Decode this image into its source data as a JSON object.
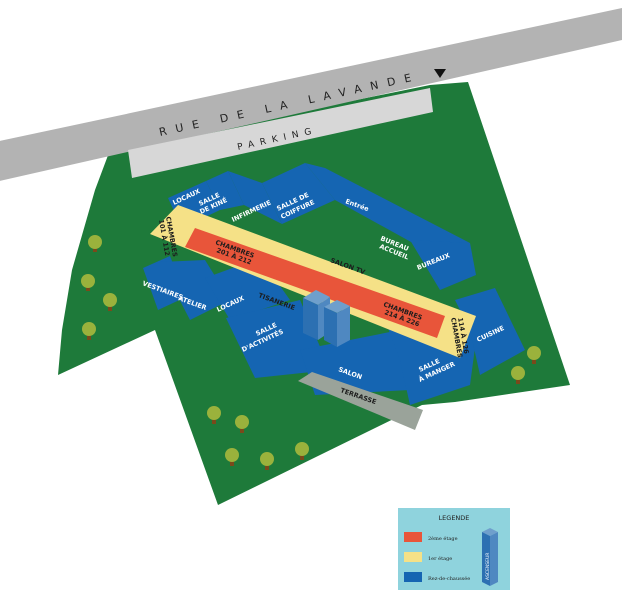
{
  "streets": {
    "road_name": "RUE DE LA LAVANDE",
    "parking": "PARKING",
    "terrace": "TERRASSE",
    "entrance": "Entrée"
  },
  "rooms": {
    "locaux_top": "LOCAUX",
    "salle_kine": [
      "SALLE",
      "DE KINÉ"
    ],
    "infirmerie": "INFIRMERIE",
    "salle_coiffure": [
      "SALLE DE",
      "COIFFURE"
    ],
    "bureau_accueil": [
      "BUREAU",
      "ACCUEIL"
    ],
    "bureaux": "BUREAUX",
    "chambres_left": [
      "CHAMBRES",
      "101 À 112"
    ],
    "chambres_201": [
      "CHAMBRES",
      "201 À 212"
    ],
    "salon_tv": "SALON TV",
    "vestiaires": "VESTIAIRES",
    "atelier": "ATELIER",
    "tisanerie": "TISANERIE",
    "locaux_mid": "LOCAUX",
    "chambres_214": [
      "CHAMBRES",
      "214 À 226"
    ],
    "chambres_right": [
      "CHAMBRES",
      "114 À 126"
    ],
    "cuisine": "CUISINE",
    "salle_activites": [
      "SALLE",
      "D'ACTIVITÉS"
    ],
    "salon": "SALON",
    "salle_manger": [
      "SALLE",
      "À MANGER"
    ]
  },
  "legend": {
    "title": "LEGENDE",
    "items": [
      {
        "label": "2ème étage",
        "color": "#e8553a"
      },
      {
        "label": "1er étage",
        "color": "#f5e187"
      },
      {
        "label": "Rez-de-chaussée",
        "color": "#1565b2"
      }
    ],
    "bar_label": "ASCENSEUR"
  },
  "colors": {
    "grass": "#1e7a3a",
    "road": "#b3b3b3",
    "parking": "#d7d7d7",
    "ground_floor": "#1565b2",
    "first_floor": "#f5e187",
    "second_floor": "#e8553a",
    "legend_bg": "#8fd3dd"
  }
}
